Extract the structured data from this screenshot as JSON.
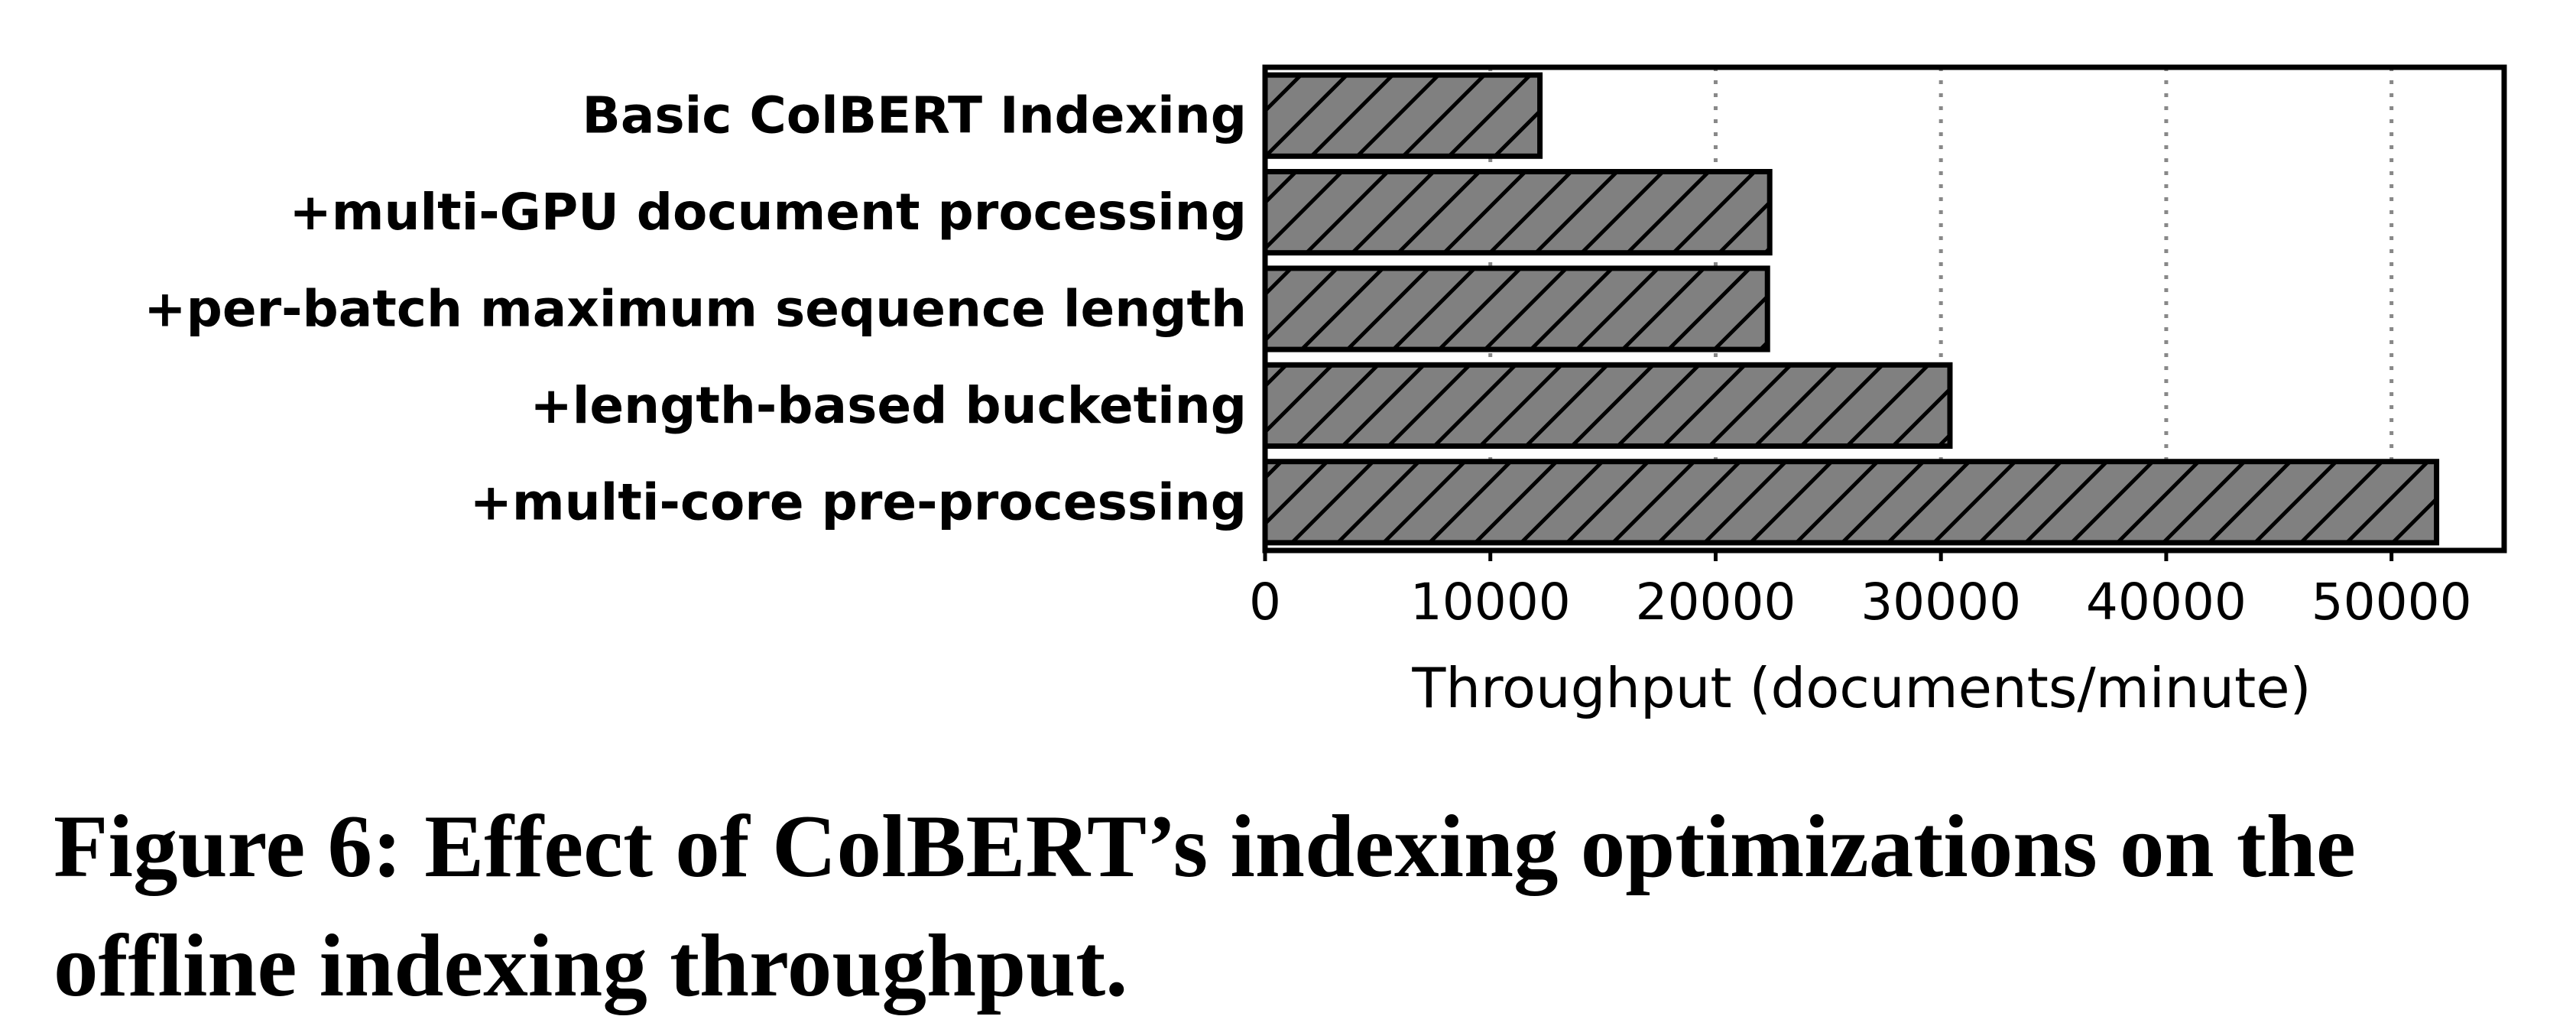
{
  "chart_data": {
    "type": "bar",
    "orientation": "horizontal",
    "categories": [
      "Basic ColBERT Indexing",
      "+multi-GPU document processing",
      "+per-batch maximum sequence length",
      "+length-based bucketing",
      "+multi-core pre-processing"
    ],
    "values": [
      12200,
      22400,
      22300,
      30400,
      52000
    ],
    "xlabel": "Throughput (documents/minute)",
    "ylabel": "",
    "xlim": [
      0,
      55000
    ],
    "xticks": [
      0,
      10000,
      20000,
      30000,
      40000,
      50000
    ],
    "xtick_labels": [
      "0",
      "10000",
      "20000",
      "30000",
      "40000",
      "50000"
    ],
    "grid": "vertical dotted",
    "bar_color": "#808080",
    "bar_hatch": "/"
  },
  "caption": "Figure 6: Effect of ColBERT’s indexing optimizations on the offline indexing throughput."
}
